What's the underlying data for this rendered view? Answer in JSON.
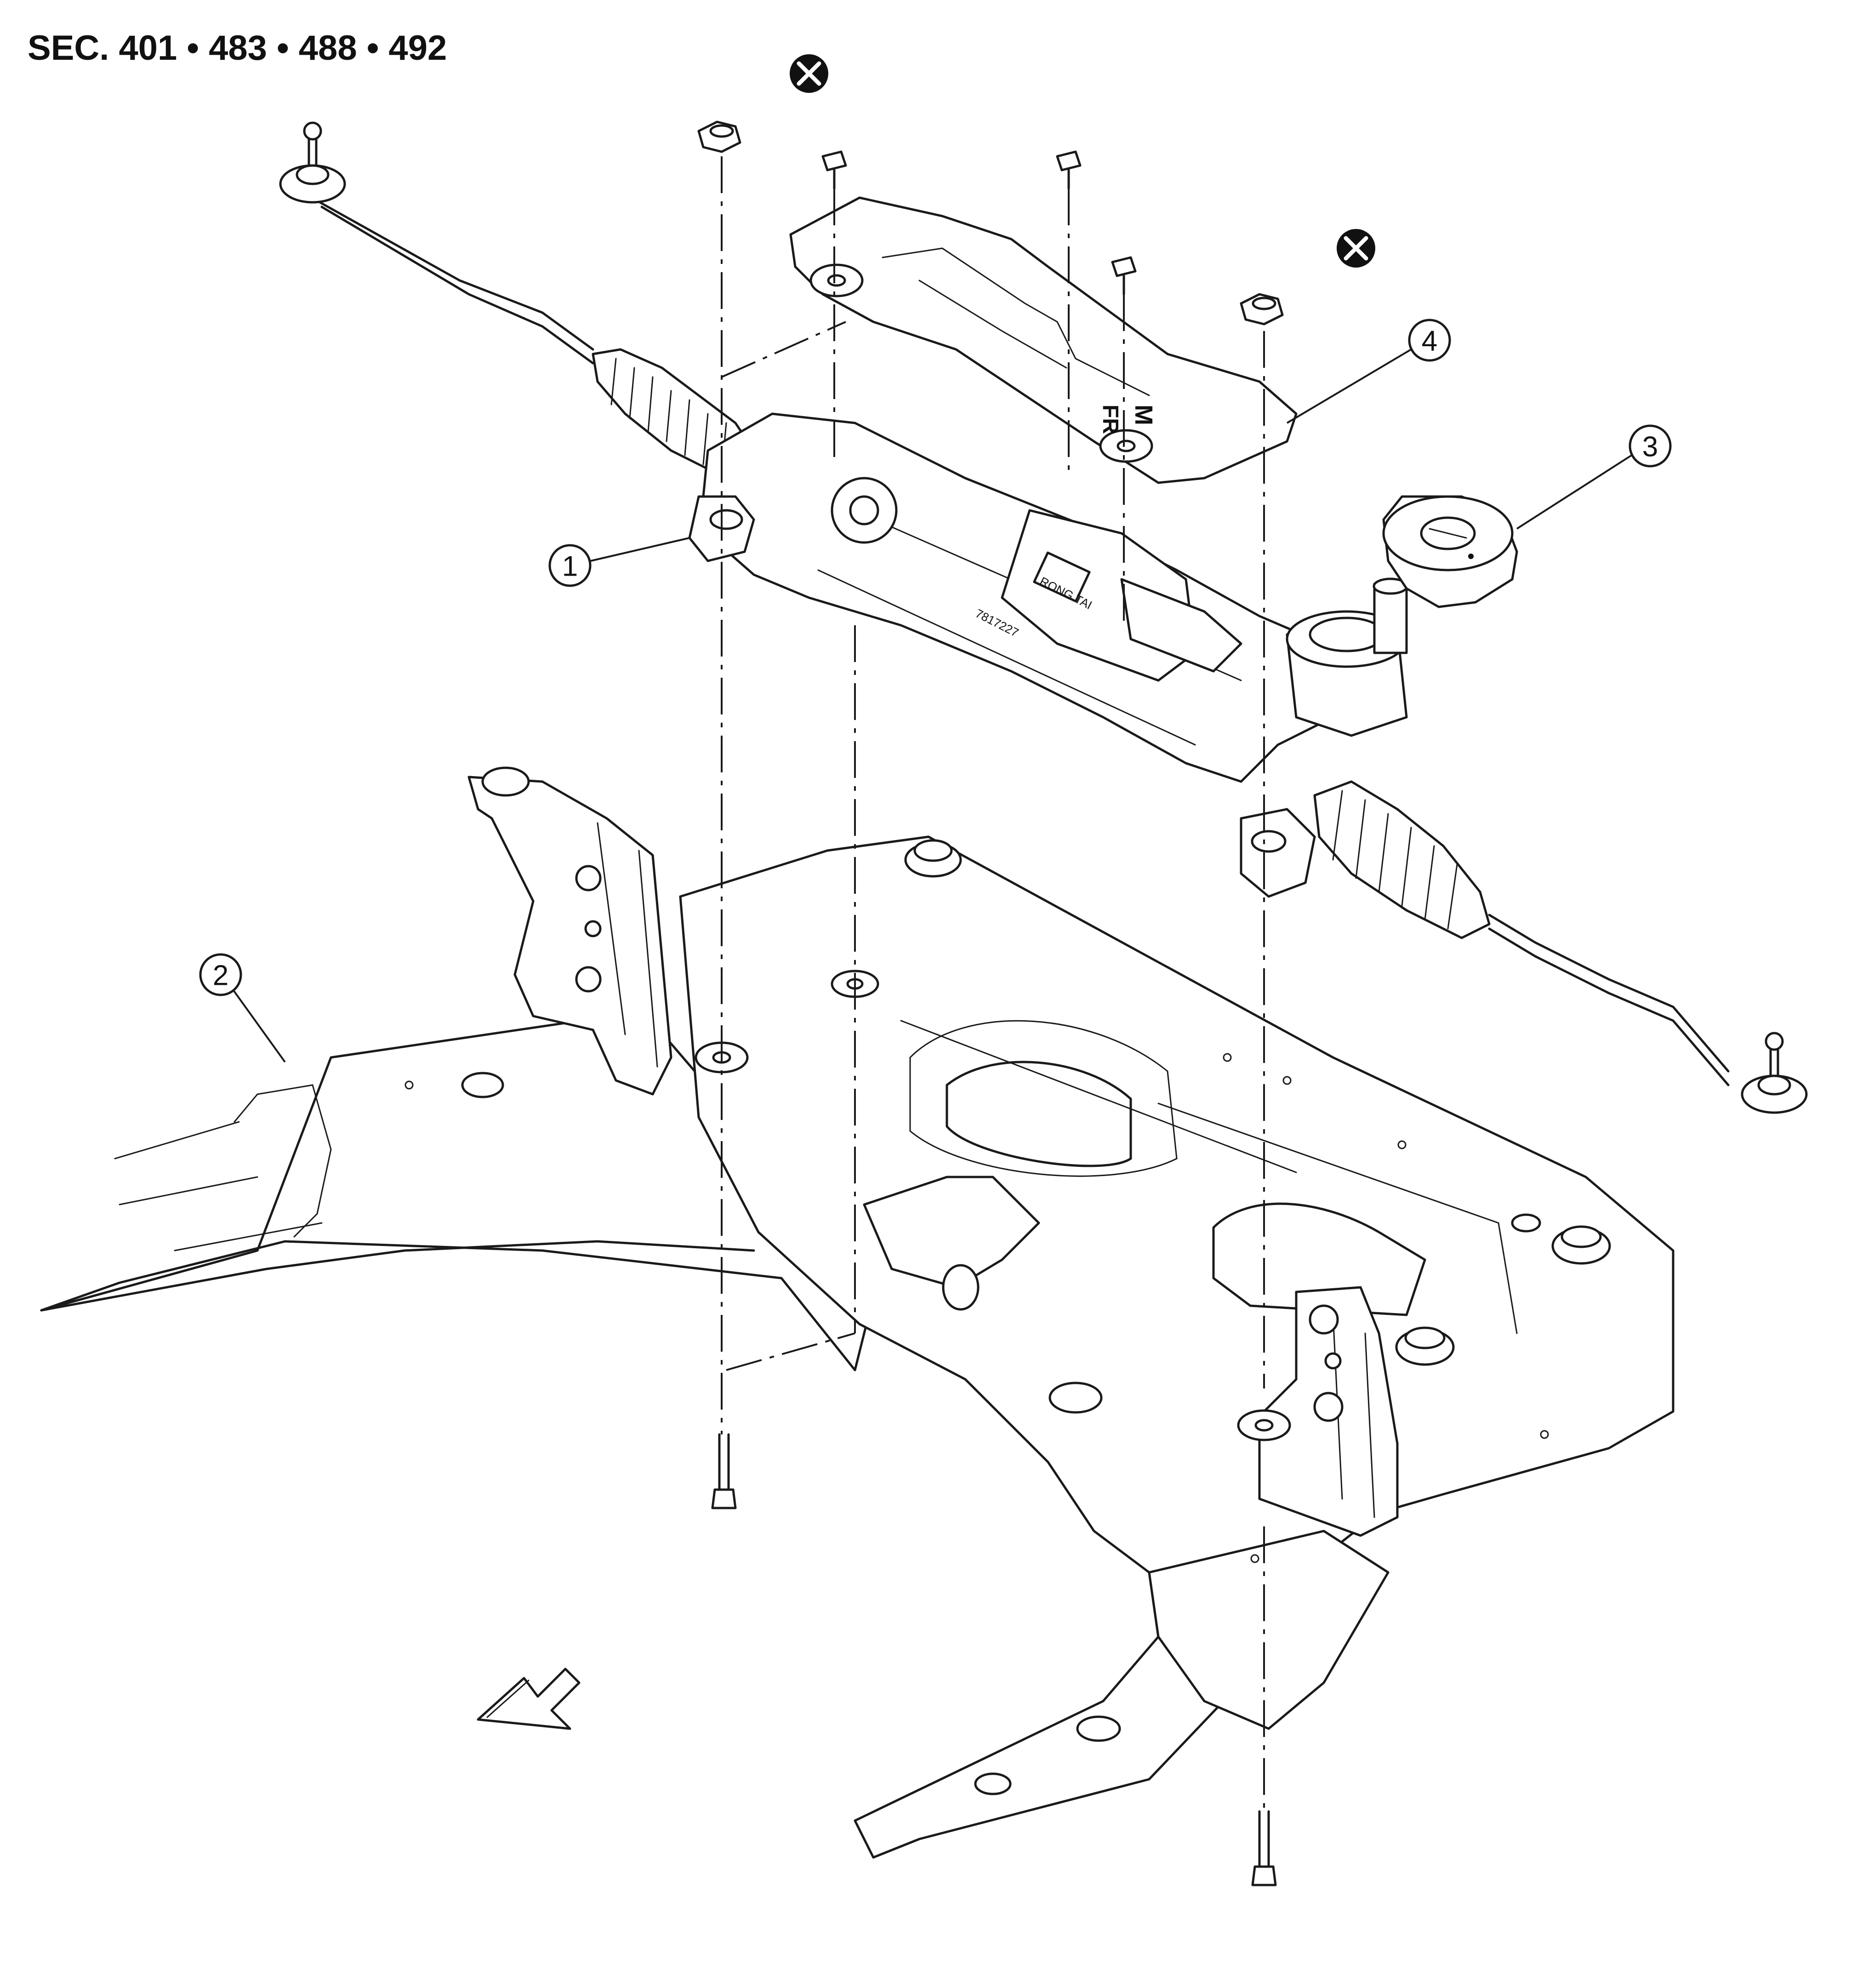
{
  "section_header": "SEC. 401 • 483 • 488 • 492",
  "callouts": [
    {
      "id": "1",
      "part": "steering-gear-assembly"
    },
    {
      "id": "2",
      "part": "front-suspension-member"
    },
    {
      "id": "3",
      "part": "grommet"
    },
    {
      "id": "4",
      "part": "heat-insulator"
    }
  ],
  "heat_insulator_marks": [
    "M",
    "FR"
  ],
  "gear_housing_stamps": [
    "7817227",
    "RONG TAI"
  ],
  "symbols": {
    "replace_every_time": "circled-x-icon",
    "front_direction": "front-arrow-icon"
  },
  "colors": {
    "line": "#1a1a1a",
    "fill": "#ffffff"
  }
}
